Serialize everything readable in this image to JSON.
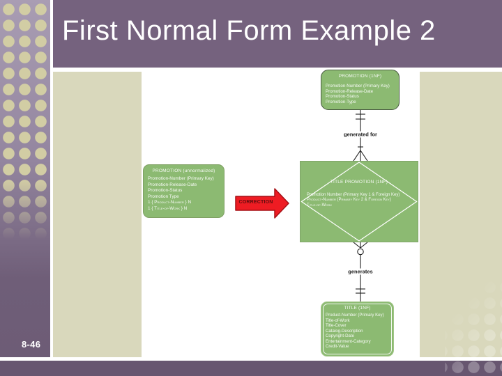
{
  "slide": {
    "title": "First Normal Form Example 2",
    "page_number": "8-46"
  },
  "colors": {
    "title_bar_purple": "#75627e",
    "bottom_bar_purple": "#675670",
    "content_beige": "#d9d8bc",
    "entity_green": "#8cba72",
    "correction_red": "#ee1c23"
  },
  "diagram": {
    "promotion_1nf": {
      "title": "PROMOTION (1NF)",
      "attributes": [
        "Promotion-Number (Primary Key)",
        "Promotion-Release-Date",
        "Promotion-Status",
        "Promotion-Type"
      ]
    },
    "generated_for": {
      "label": "generated for"
    },
    "title_promotion": {
      "title": "TITLE PROMOTION (1NF)",
      "attributes": [
        "Promotion Number (Primary Key 1 & Foreign Key)",
        "Product-Number (Primary Key 2 & Foreign Key)",
        "Title-of-Work"
      ]
    },
    "promotion_unnormalized": {
      "title": "PROMOTION (unnormalized)",
      "attributes": [
        "Promotion-Number (Primary Key)",
        "Promotion-Release-Date",
        "Promotion-Status",
        "Promotion Type",
        "1 { Product-Number } N",
        "1 { Title-of-Work } N"
      ]
    },
    "correction": {
      "label": "CORRECTION"
    },
    "generates": {
      "label": "generates"
    },
    "title_1nf": {
      "title": "TITLE (1NF)",
      "attributes": [
        "Product-Number (Primary Key)",
        "Title-of-Work",
        "Title-Cover",
        "Catalog-Description",
        "Copyright-Date",
        "Entertainment-Category",
        "Credit-Value"
      ]
    }
  }
}
